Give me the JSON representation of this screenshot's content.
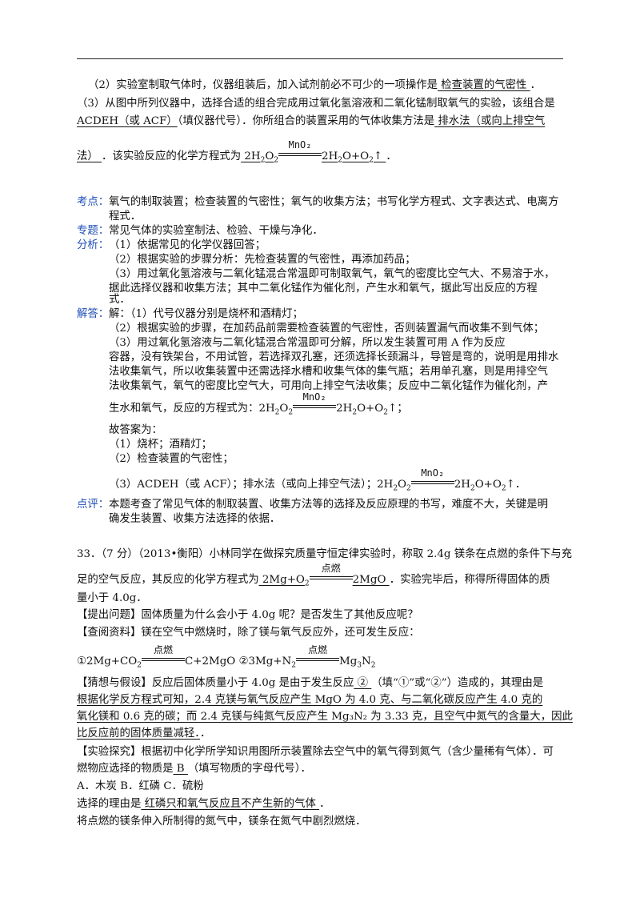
{
  "q2": {
    "prefix": "（2）实验室制取气体时，仪器组装后，加入试剂前必不可少的一项操作是",
    "answer": "   检查装置的气密性   ",
    "suffix": "．"
  },
  "q3": {
    "line1": "（3）从图中所列仪器中，选择合适的组合完成用过氧化氢溶液和二氧化锰制取氧气的实验，该组合是",
    "combo": "ACDEH（或 ACF）",
    "line2_mid": "（填仪器代号）．你所组合的装置采用的气体收集方法是",
    "method_part1": "   排水法（或向上排空气",
    "method_part2": "法）  ",
    "line3_mid": "．该实验反应的化学方程式为",
    "eq_suffix": "．"
  },
  "catalyst": "MnO₂",
  "ignite": "点燃",
  "analysis": {
    "kaodian_label": "考点：",
    "kaodian_1": "氧气的制取装置；检查装置的气密性；氧气的收集方法；书写化学方程式、文字表达式、电离方",
    "kaodian_2": "程式．",
    "zhuanti_label": "专题：",
    "zhuanti": "常见气体的实验室制法、检验、干燥与净化．",
    "fenxi_label": "分析：",
    "fenxi_1": "（1）依据常见的化学仪器回答；",
    "fenxi_2": "（2）根据实验的步骤分析：先检查装置的气密性，再添加药品；",
    "fenxi_3": "（3）用过氧化氢溶液与二氧化锰混合常温即可制取氧气，氧气的密度比空气大、不易溶于水，",
    "fenxi_4": "据此选择仪器和收集方法；其中二氧化锰作为催化剂，产生水和氧气，据此写出反应的方程",
    "fenxi_5": "式．",
    "jieda_label": "解答：",
    "jieda_1": "解：（1）代号仪器分别是烧杯和酒精灯；",
    "jieda_2": "（2）根据实验的步骤，在加药品前需要检查装置的气密性，否则装置漏气而收集不到气体；",
    "jieda_3": "（3）用过氧化氢溶液与二氧化锰混合常温即可分解，所以发生装置可用 A 作为反应",
    "jieda_4": "容器，没有铁架台，不用试管，若选择双孔塞，还须选择长颈漏斗，导管是弯的，说明是用排水",
    "jieda_5": "法收集氧气，所以收集装置中还需选择水槽和收集气体的集气瓶；若用单孔塞，则是用排空气",
    "jieda_6": "法收集氧气，氧气的密度比空气大，可用向上排空气法收集；反应中二氧化锰作为催化剂，产",
    "jieda_7": "生水和氧气，反应的方程式为：",
    "gu_title": "故答案为：",
    "gu_1": "（1）烧杯；酒精灯；",
    "gu_2": "（2）检查装置的气密性；",
    "gu_3": "（3）ACDEH（或 ACF）；排水法（或向上排空气法）；",
    "dianping_label": "点评：",
    "dianping_1": "本题考查了常见气体的制取装置、收集方法等的选择及反应原理的书写，难度不大，关键是明",
    "dianping_2": "确发生装置、收集方法选择的依据．"
  },
  "q33": {
    "line1": "33．（7 分）（2013•衡阳）小林同学在做探究质量守恒定律实验时，称取 2.4g 镁条在点燃的条件下与充",
    "line2_pre": "足的空气反应，其反应的化学方程式为",
    "line2_post": "．实验完毕后，称得所得固体的质",
    "line3": "量小于 4.0g．",
    "tiwen": "【提出问题】固体质量为什么会小于 4.0g 呢？是否发生了其他反应呢？",
    "chayue": "【查阅资料】镁在空气中燃烧时，除了镁与氧气反应外，还可发生反应：",
    "caixiang_pre": "【猜想与假设】反应后固体质量小于 4.0g 是由于发生反应",
    "caixiang_blank": "  ②  ",
    "caixiang_post": "（填“①”或“②”）造成的，其理由是",
    "reason_1": "  根据化学反方程式可知，2.4 克镁与氧气反应产生 MgO 为 4.0 克、与二氧化碳反应产生 4.0 克的",
    "reason_2": "氧化镁和 0.6 克的碳；而 2.4 克镁与纯氮气反应产生 Mg₃N₂ 为 3.33 克，且空气中氮气的含量大，因此",
    "reason_3": "比反应前的固体质量减轻．",
    "reason_end": "．",
    "tanjiu_1": "【实验探究】根据初中化学所学知识用图所示装置除去空气中的氧气得到氮气（含少量稀有气体）．可",
    "tanjiu_2_pre": "燃物应选择的物质是",
    "tanjiu_2_blank": "   B   ",
    "tanjiu_2_post": "（填写物质的字母代号）．",
    "options": "A．木炭    B．红磷    C．硫粉",
    "liyou_pre": "选择的理由是",
    "liyou_blank": "   红磷只和氧气反应且不产生新的气体   ",
    "liyou_end": "．",
    "last": "将点燃的镁条伸入所制得的氮气中，镁条在氮气中剧烈燃烧．"
  }
}
